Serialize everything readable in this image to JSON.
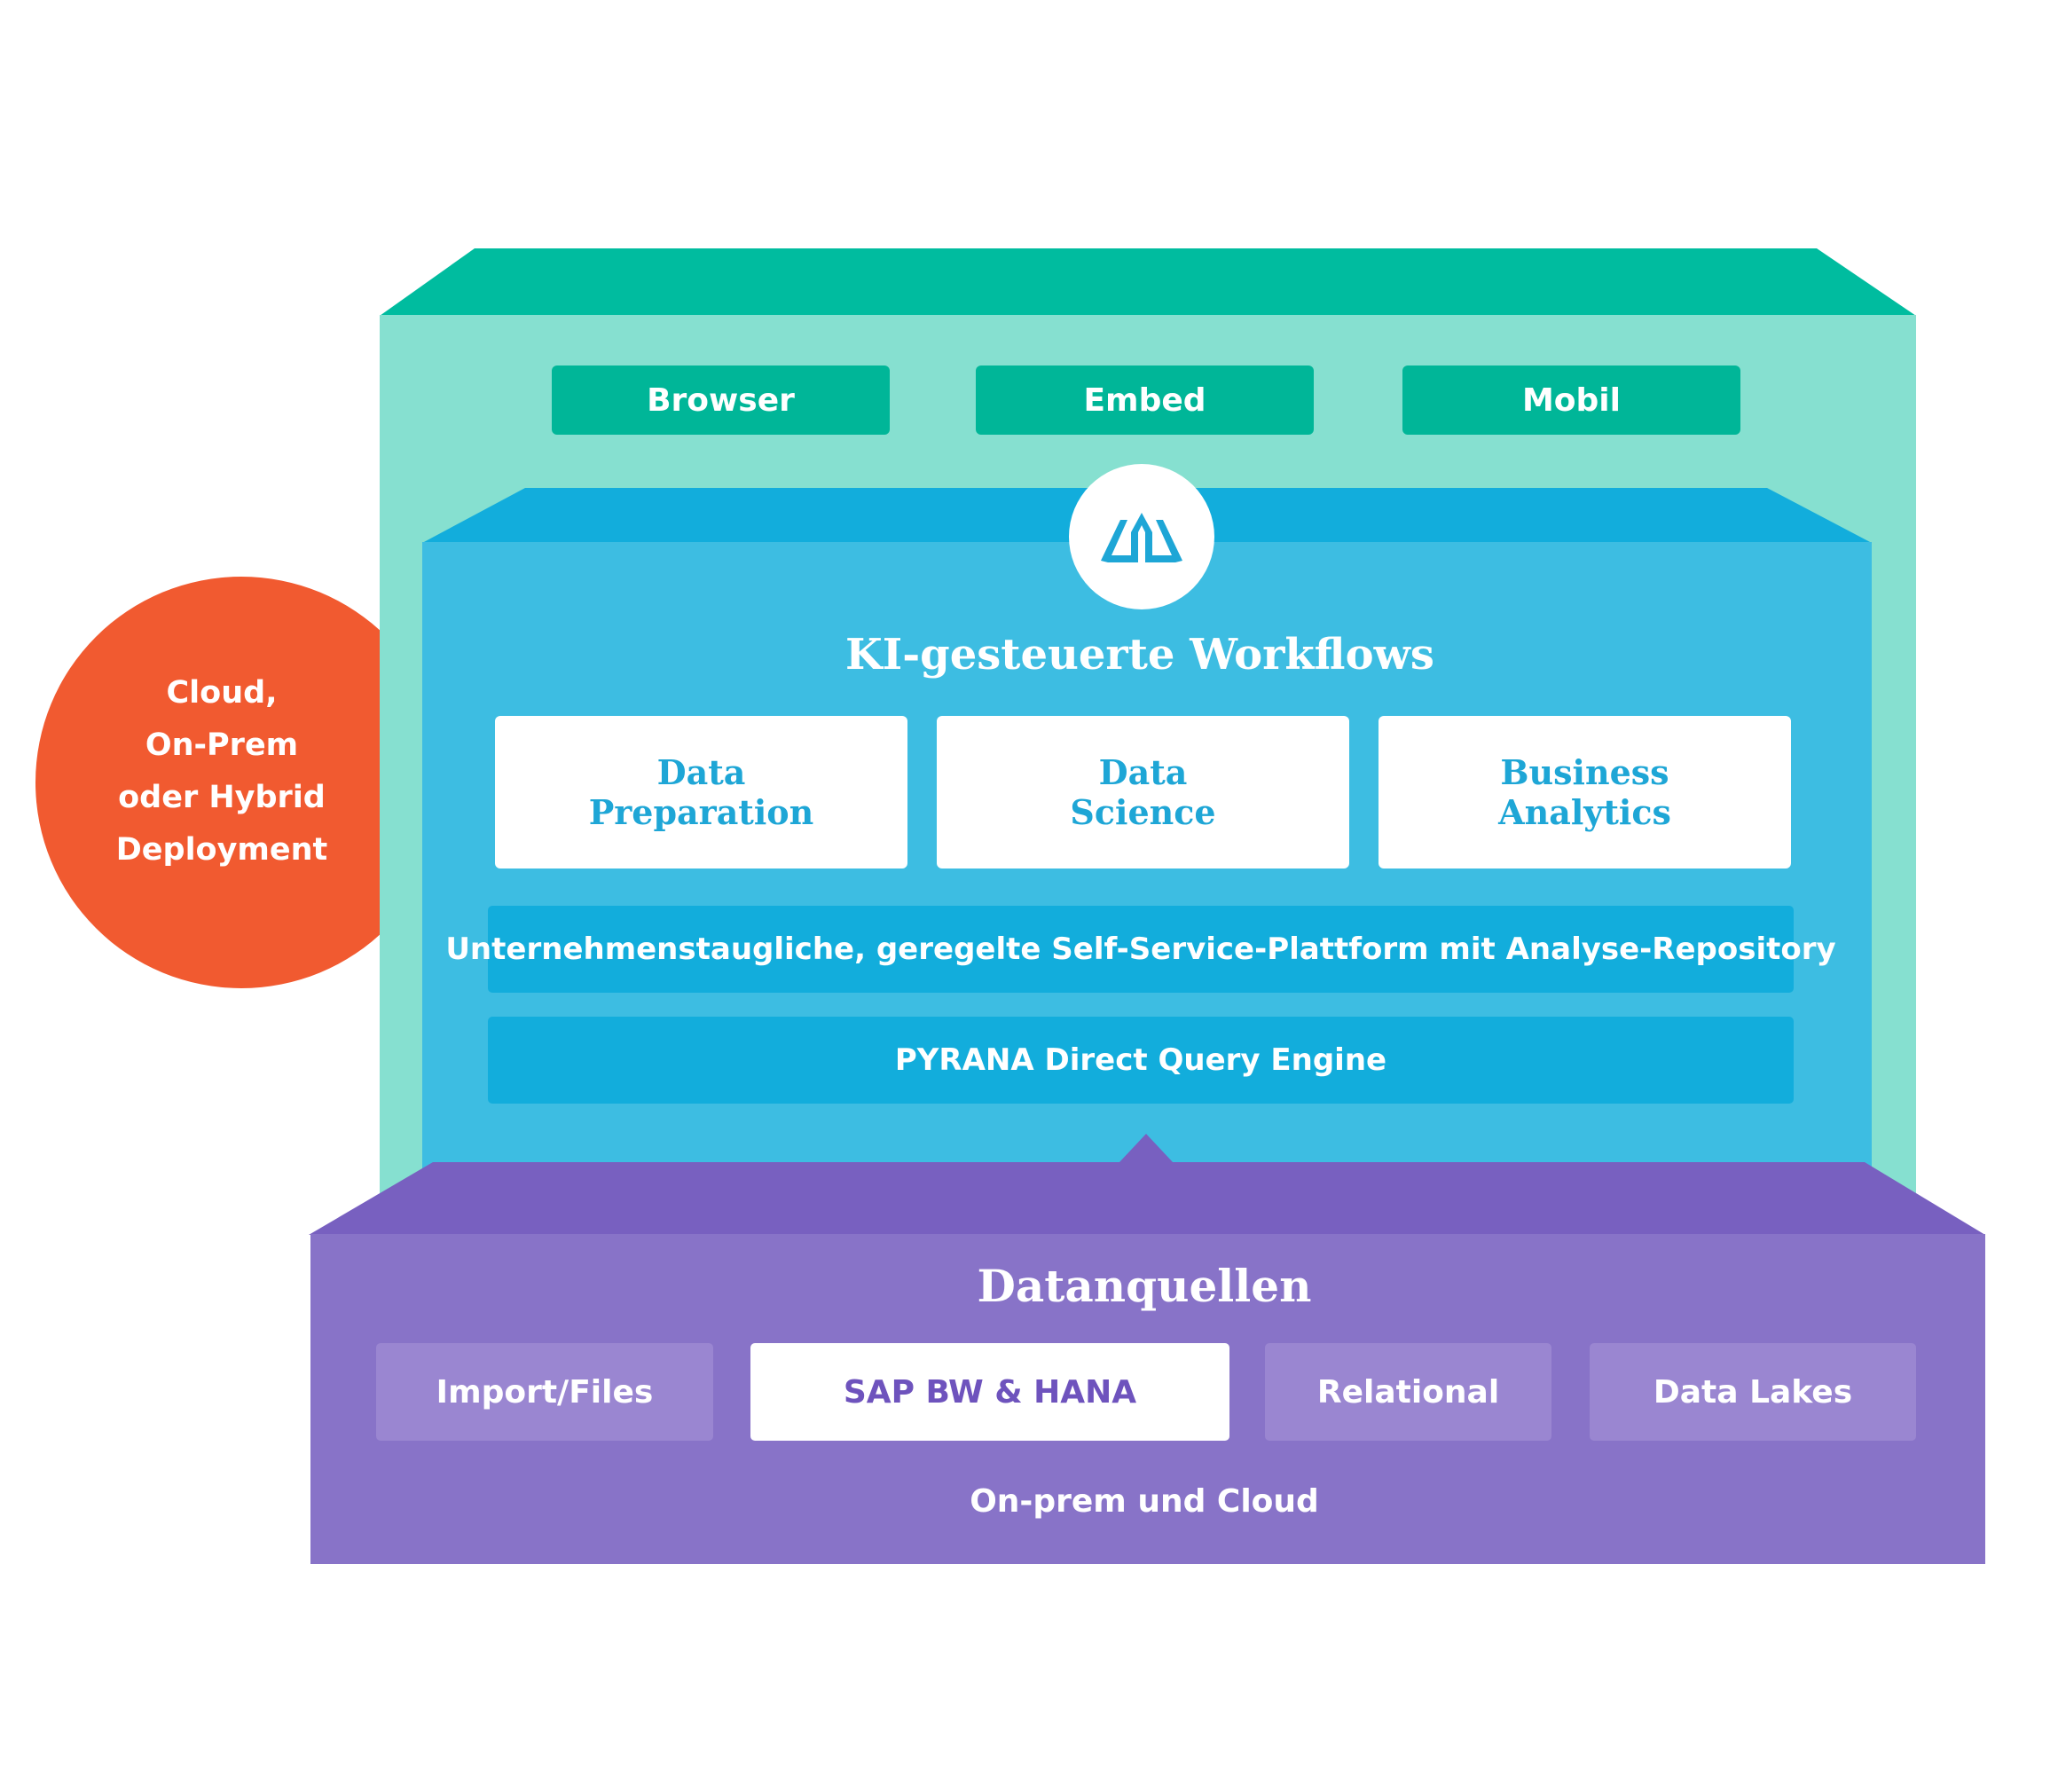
{
  "colors": {
    "teal_dark": "#00bc9f",
    "teal_light": "#86e0d0",
    "blue_dark": "#12addc",
    "blue_light": "#3dbde2",
    "purple_dark": "#7860c0",
    "purple_light": "#8873c8",
    "purple_box": "#9a86d1",
    "orange": "#f15a30",
    "white": "#ffffff"
  },
  "deployment_bubble": {
    "lines": [
      "Cloud,",
      "On-Prem",
      "oder Hybrid",
      "Deployment"
    ]
  },
  "clients": [
    {
      "label": "Browser"
    },
    {
      "label": "Embed"
    },
    {
      "label": "Mobil"
    }
  ],
  "logo": {
    "icon": "datawatch-logo-icon"
  },
  "workflows": {
    "title": "KI-gesteuerte Workflows",
    "cards": [
      {
        "line1": "Data",
        "line2": "Preparation"
      },
      {
        "line1": "Data",
        "line2": "Science"
      },
      {
        "line1": "Business",
        "line2": "Analytics"
      }
    ],
    "platform_bar": "Unternehmenstaugliche, geregelte Self-Service-Plattform mit Analyse-Repository",
    "engine_bar": "PYRANA Direct Query Engine"
  },
  "data_sources": {
    "title": "Datanquellen",
    "items": [
      {
        "label": "Import/Files"
      },
      {
        "label": "SAP BW & HANA"
      },
      {
        "label": "Relational"
      },
      {
        "label": "Data Lakes"
      }
    ],
    "footer": "On-prem und Cloud"
  }
}
